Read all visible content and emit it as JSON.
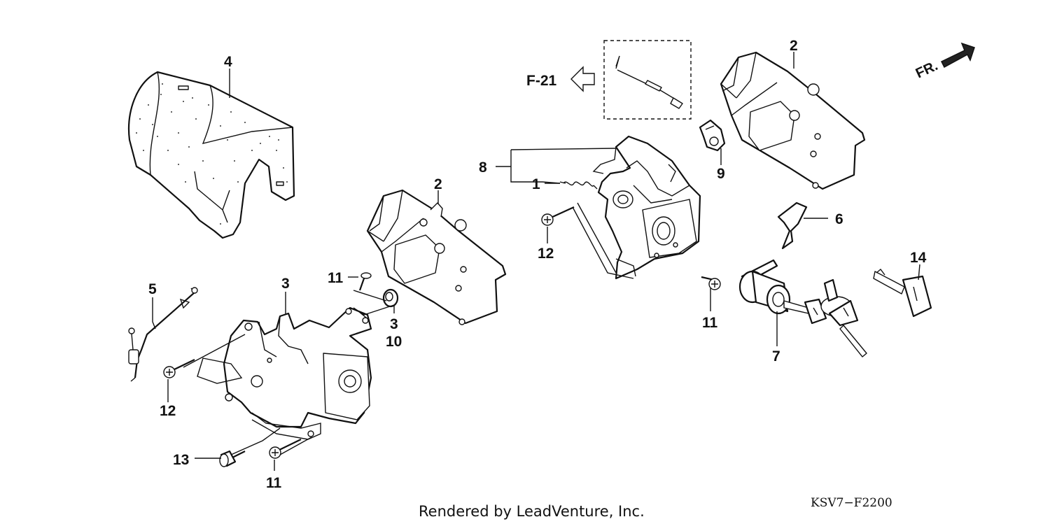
{
  "diagram": {
    "callouts": {
      "p1": "1",
      "p2_left": "2",
      "p2_right": "2",
      "p3_upper": "3",
      "p3_lower": "3",
      "p4": "4",
      "p5": "5",
      "p6": "6",
      "p7": "7",
      "p8": "8",
      "p9": "9",
      "p10": "10",
      "p11_a": "11",
      "p11_b": "11",
      "p11_c": "11",
      "p12_left": "12",
      "p12_mid": "12",
      "p13": "13",
      "p14": "14"
    },
    "reference": "F-21",
    "direction": "FR.",
    "credit": "Rendered by LeadVenture, Inc.",
    "diagram_code": "KSV7−F2200"
  }
}
